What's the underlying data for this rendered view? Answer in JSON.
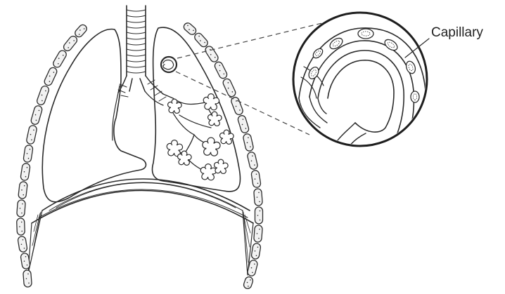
{
  "figure": {
    "labels": {
      "capillary": "Capillary"
    },
    "icons": {
      "rib": "rib-segment",
      "alveolus": "alveolus-cluster",
      "zoom": "magnified-circle"
    },
    "colors": {
      "ink": "#2b2b2b",
      "background": "#ffffff",
      "rib_fill": "#f2f2f2"
    }
  }
}
